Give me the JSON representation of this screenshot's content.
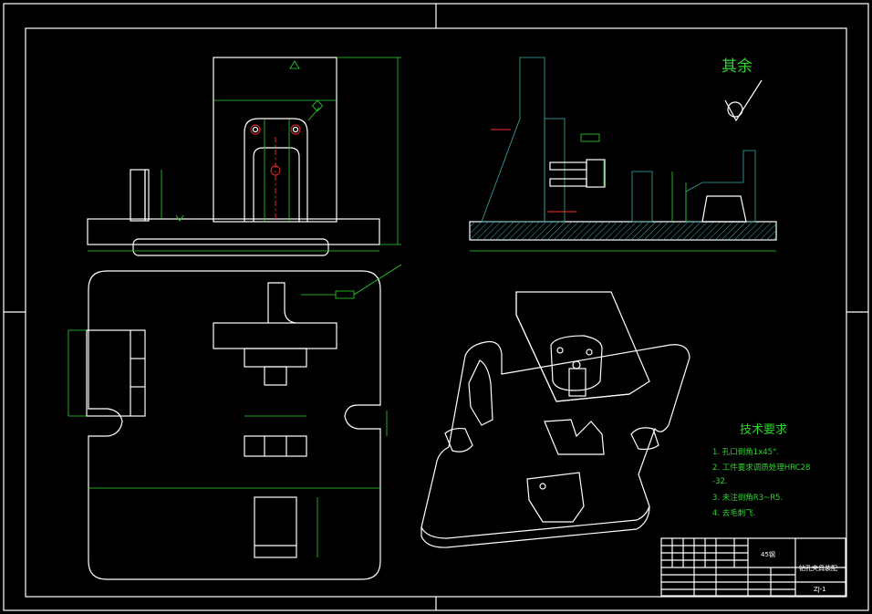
{
  "surface_symbol_label": "其余",
  "tech_requirements": {
    "title": "技术要求",
    "items": [
      "1. 孔口倒角1x45°.",
      "2. 工件要求调质处理HRC28",
      "-32.",
      "3. 未注倒角R3~R5.",
      "4. 去毛刺飞."
    ]
  },
  "title_block": {
    "material": "45钢",
    "drawing_name": "钻孔夹具装配",
    "drawing_code": "ZJ-1"
  },
  "colors": {
    "background": "#000000",
    "outline": "#ffffff",
    "dimension": "#2bd52b",
    "hatch": "#3aa8a8",
    "centerline": "#ff2a2a"
  }
}
